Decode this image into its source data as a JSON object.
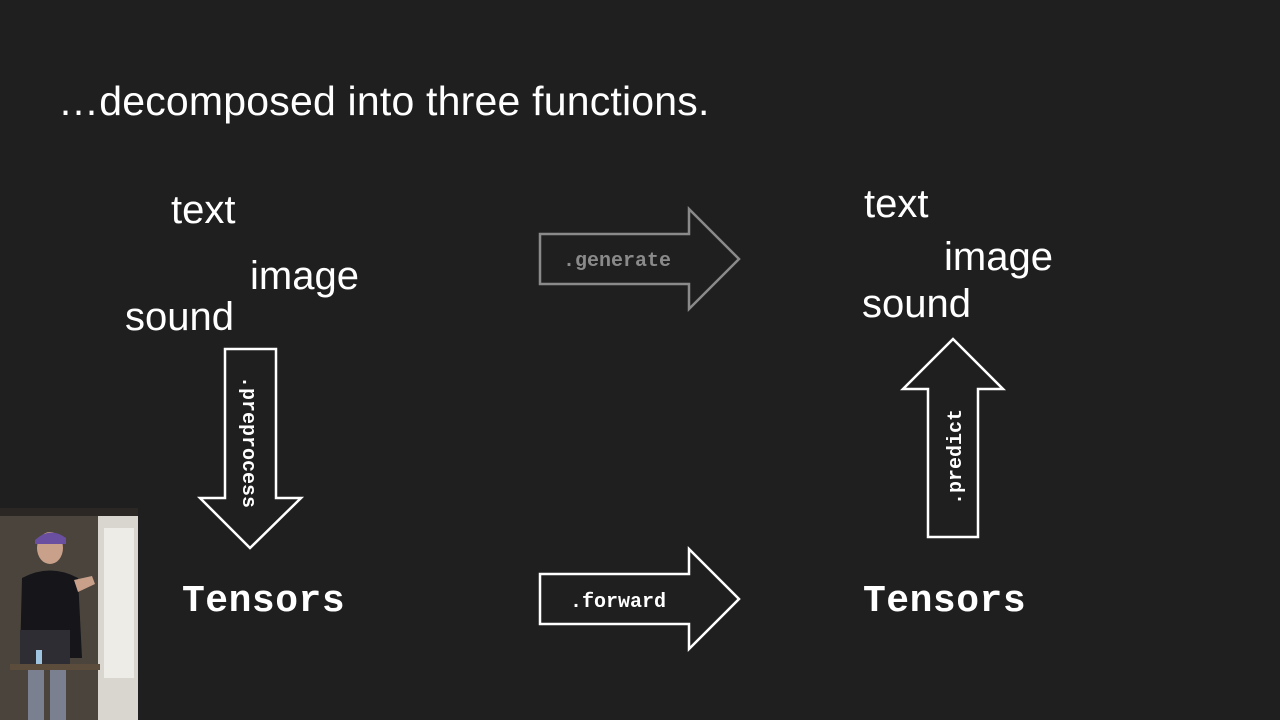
{
  "slide": {
    "title": "…decomposed into three functions.",
    "left_words": [
      "text",
      "image",
      "sound"
    ],
    "right_words": [
      "text",
      "image",
      "sound"
    ],
    "left_tensors": "Tensors",
    "right_tensors": "Tensors",
    "arrows": {
      "preprocess": ".preprocess",
      "generate": ".generate",
      "forward": ".forward",
      "predict": ".predict"
    },
    "colors": {
      "background": "#1f1f1f",
      "foreground": "#ffffff",
      "dimmed": "#8a8a8a"
    }
  },
  "video_inset": {
    "icon": "presenter-webcam-icon"
  }
}
